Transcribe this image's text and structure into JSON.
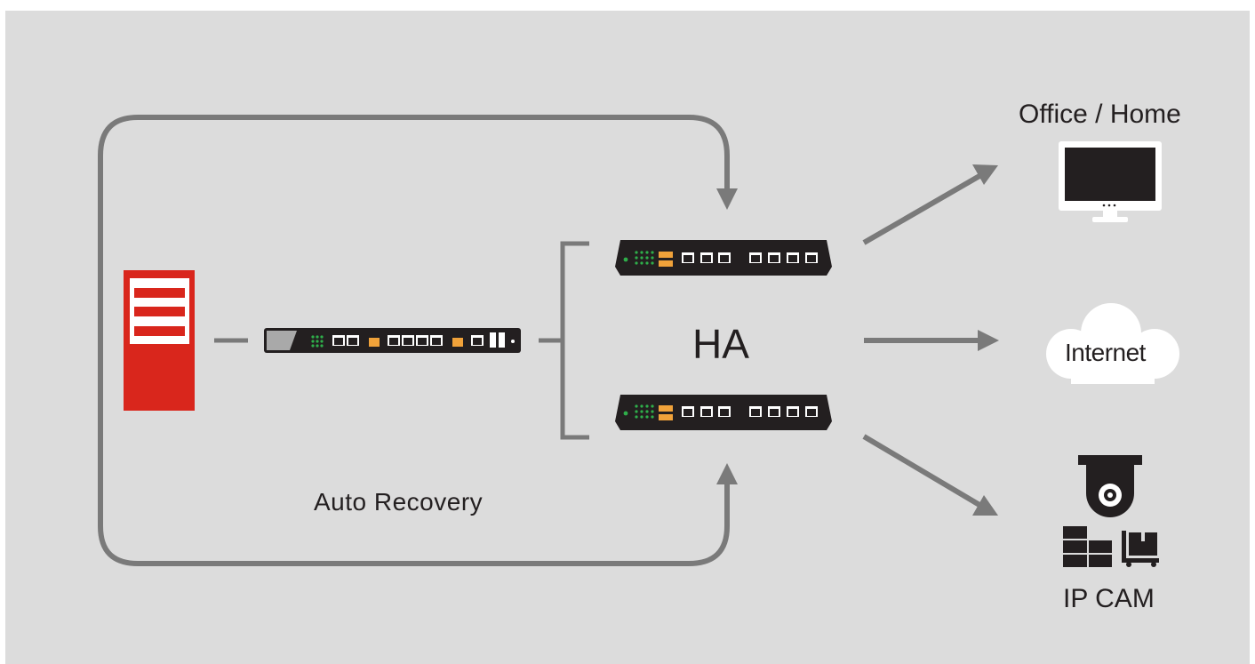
{
  "labels": {
    "office_home": "Office / Home",
    "ha": "HA",
    "auto_recovery": "Auto Recovery",
    "internet": "Internet",
    "ip_cam": "IP CAM"
  },
  "colors": {
    "background": "#dcdcdc",
    "connector": "#7a7a7a",
    "server_red": "#d9261c",
    "device_body": "#231f20",
    "led_green": "#2fae4a",
    "port_orange": "#f0a23a"
  },
  "icons": [
    "server-icon",
    "gateway-icon",
    "switch-icon",
    "monitor-icon",
    "cloud-icon",
    "ip-camera-icon",
    "boxes-icon",
    "cart-icon"
  ]
}
